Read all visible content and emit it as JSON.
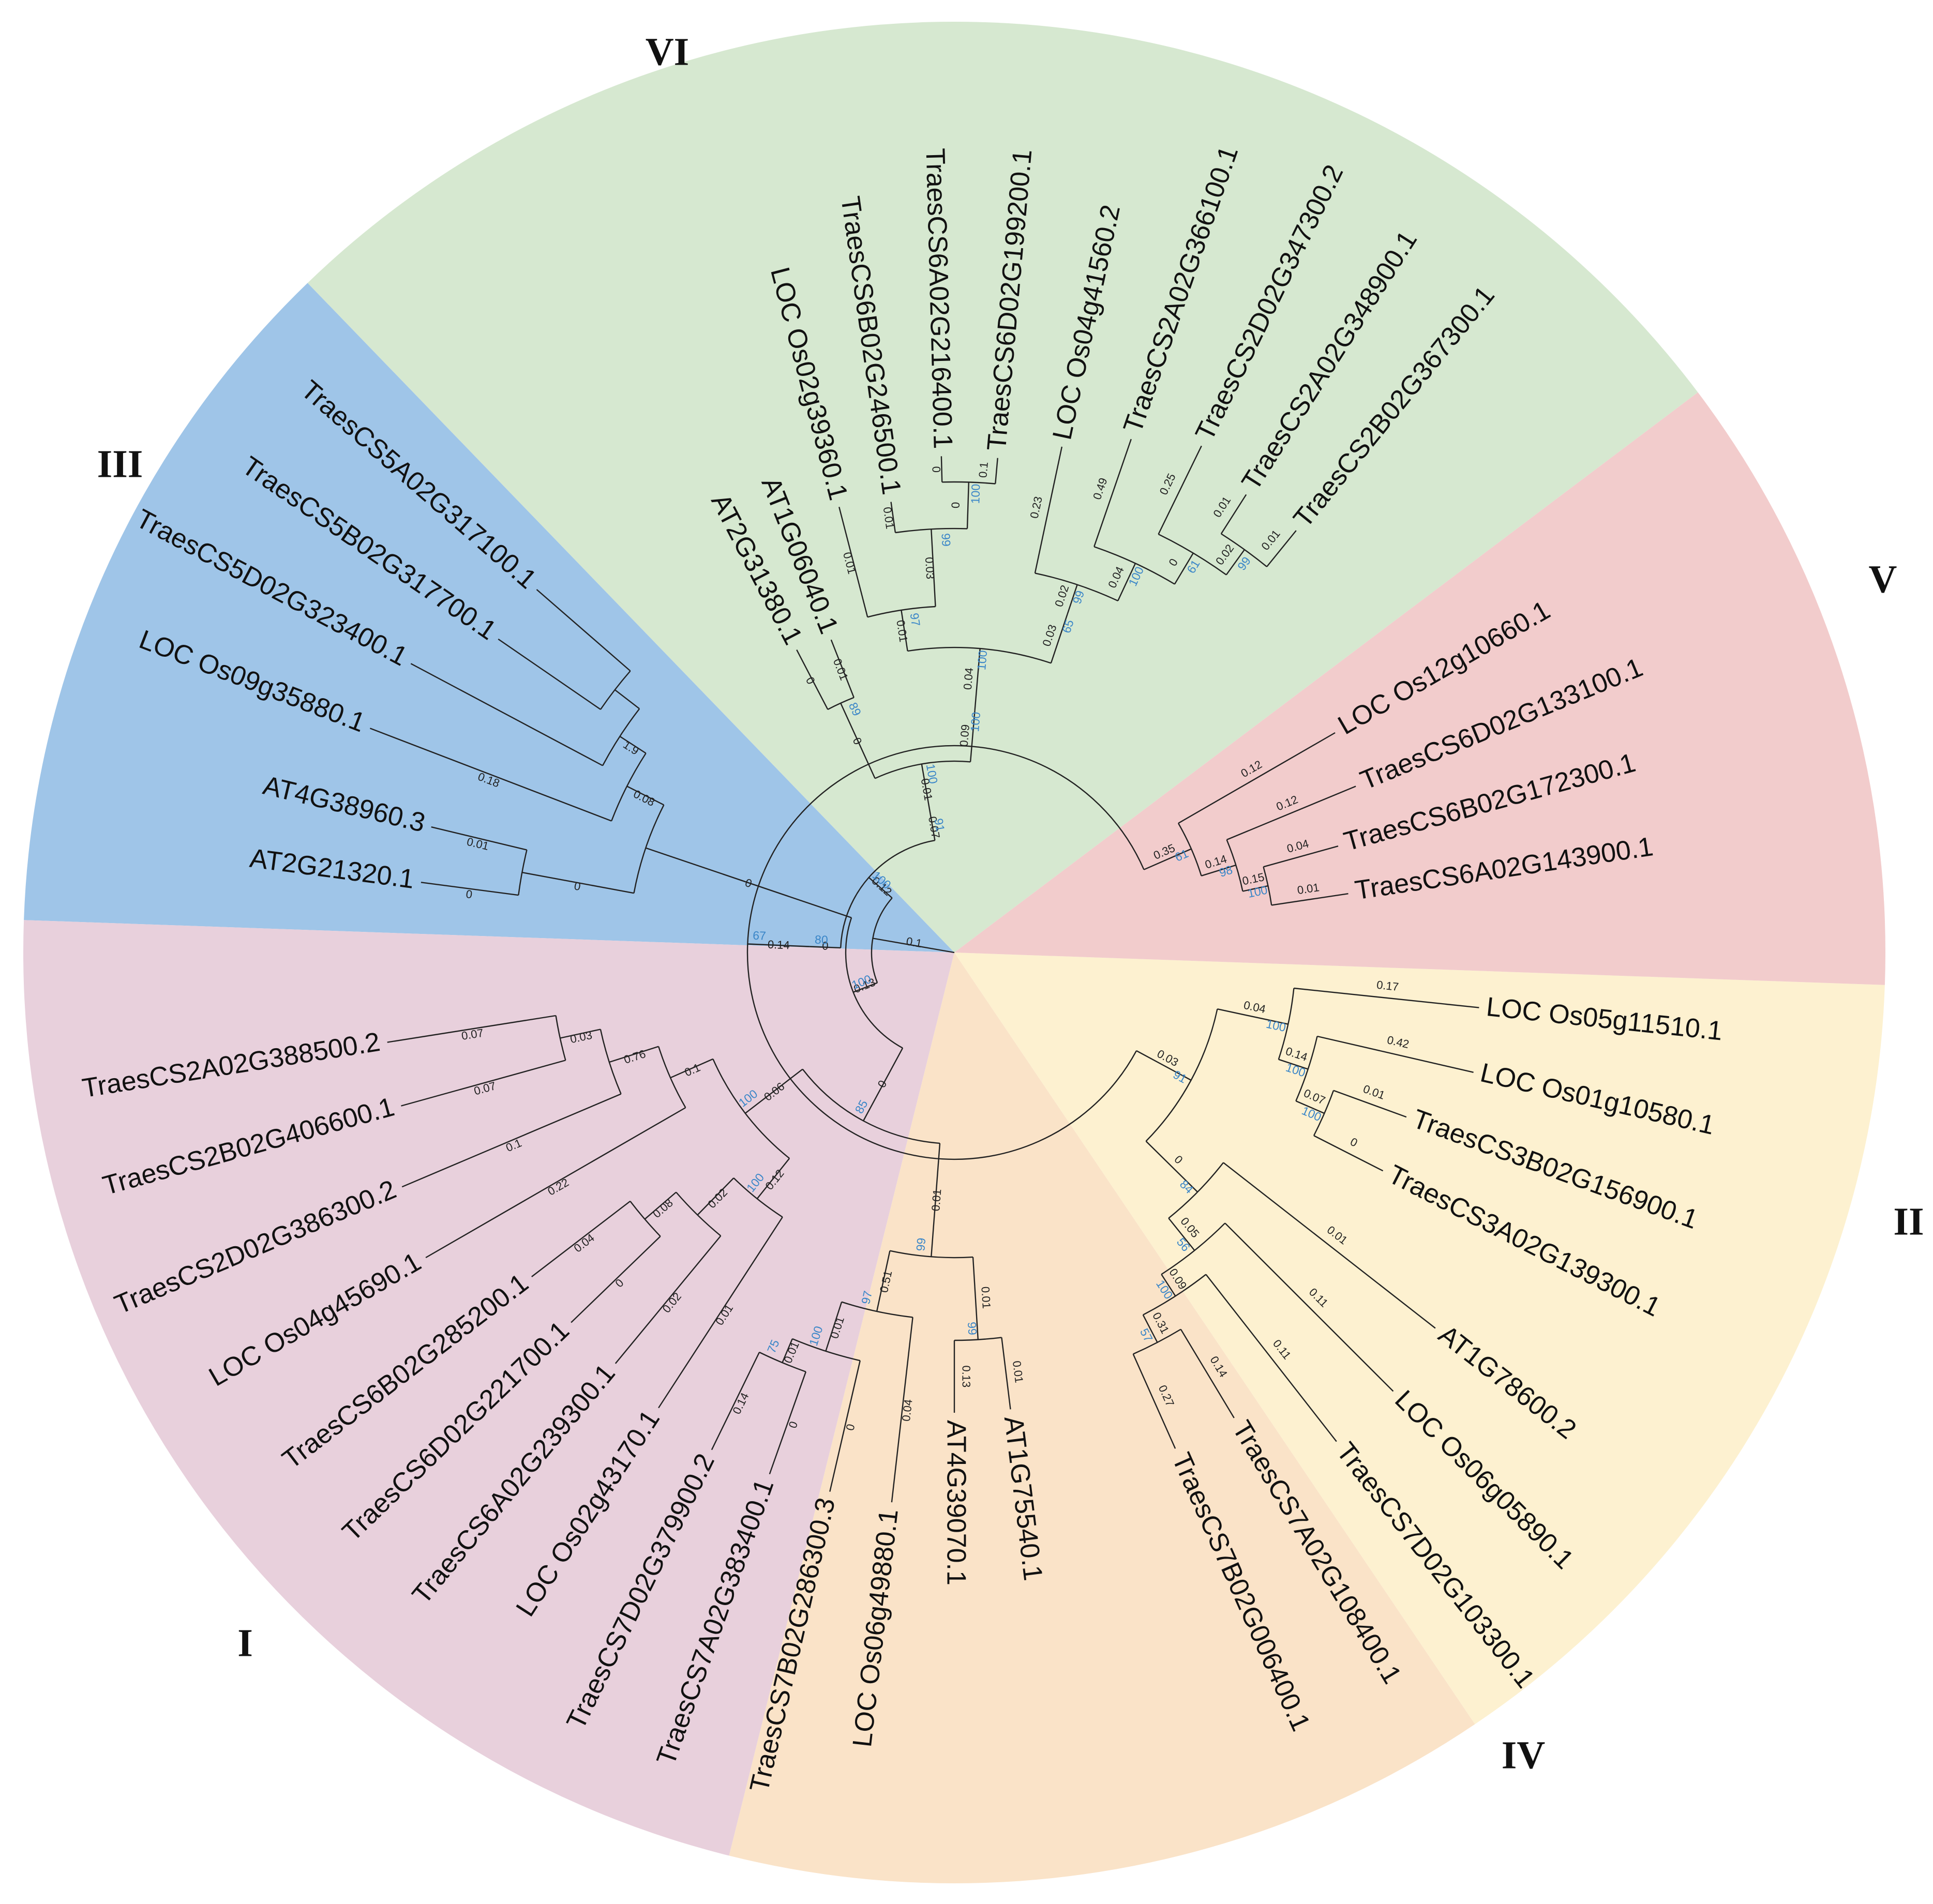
{
  "tree": {
    "clades": [
      {
        "id": "VI",
        "label": "VI",
        "color": "#d6e8d0"
      },
      {
        "id": "III",
        "label": "III",
        "color": "#9fc5e8"
      },
      {
        "id": "I",
        "label": "I",
        "color": "#e8d0dc"
      },
      {
        "id": "IV",
        "label": "IV",
        "color": "#fae3c8"
      },
      {
        "id": "II",
        "label": "II",
        "color": "#fdf1d0"
      },
      {
        "id": "V",
        "label": "V",
        "color": "#f2cccc"
      }
    ],
    "tips": [
      "AT2G31380.1",
      "AT1G06040.1",
      "LOC Os02g39360.1",
      "TraesCS6B02G246500.1",
      "TraesCS6A02G216400.1",
      "TraesCS6D02G199200.1",
      "LOC Os04g41560.2",
      "TraesCS2A02G366100.1",
      "TraesCS2D02G347300.2",
      "TraesCS2A02G348900.1",
      "TraesCS2B02G367300.1",
      "LOC Os12g10660.1",
      "TraesCS6D02G133100.1",
      "TraesCS6B02G172300.1",
      "TraesCS6A02G143900.1",
      "LOC Os05g11510.1",
      "LOC Os01g10580.1",
      "TraesCS3B02G156900.1",
      "TraesCS3A02G139300.1",
      "AT1G78600.2",
      "LOC Os06g05890.1",
      "TraesCS7D02G103300.1",
      "TraesCS7A02G108400.1",
      "TraesCS7B02G006400.1",
      "AT1G75540.1",
      "AT4G39070.1",
      "LOC Os06g49880.1",
      "TraesCS7B02G286300.3",
      "TraesCS7A02G383400.1",
      "TraesCS7D02G379900.2",
      "LOC Os02g43170.1",
      "TraesCS6A02G239300.1",
      "TraesCS6D02G221700.1",
      "TraesCS6B02G285200.1",
      "LOC Os04g45690.1",
      "TraesCS2D02G386300.2",
      "TraesCS2B02G406600.1",
      "TraesCS2A02G388500.2",
      "AT2G21320.1",
      "AT4G38960.3",
      "LOC Os09g35880.1",
      "TraesCS5D02G323400.1",
      "TraesCS5B02G317700.1",
      "TraesCS5A02G317100.1"
    ],
    "branch_lengths": [
      "0.1",
      "0.12",
      "0.07",
      "0.01",
      "0",
      "0",
      "0.01",
      "0.09",
      "0.04",
      "0.01",
      "0.01",
      "0.03",
      "0.01",
      "0",
      "0",
      "0.1",
      "0.03",
      "0.02",
      "0.23",
      "0.04",
      "0.49",
      "0",
      "0.25",
      "0.02",
      "0.01",
      "0.01",
      "0",
      "0.14",
      "0.35",
      "0.12",
      "0.14",
      "0.12",
      "0.15",
      "0.04",
      "0.01",
      "0.03",
      "0.04",
      "0.17",
      "0.14",
      "0.42",
      "0.07",
      "0.01",
      "0",
      "0",
      "0.01",
      "0.05",
      "0.11",
      "0.09",
      "0.11",
      "0.31",
      "0.14",
      "0.27",
      "0.13",
      "0",
      "0.01",
      "0.01",
      "0.01",
      "0.13",
      "0.51",
      "0.04",
      "0.01",
      "0",
      "0.01",
      "0",
      "0.14",
      "0.06",
      "0.12",
      "0.01",
      "0.02",
      "0.02",
      "0.08",
      "0",
      "0.04",
      "0.1",
      "0.22",
      "0.76",
      "0.1",
      "0.03",
      "0.07",
      "0.07",
      "0",
      "0",
      "0",
      "0.01",
      "0.08",
      "0.18",
      "1.9"
    ],
    "bootstrap": [
      "100",
      "91",
      "100",
      "89",
      "100",
      "100",
      "97",
      "99",
      "100",
      "65",
      "99",
      "100",
      "61",
      "99",
      "80",
      "67",
      "61",
      "98",
      "100",
      "91",
      "100",
      "100",
      "100",
      "84",
      "56",
      "100",
      "57",
      "100",
      "85",
      "99",
      "99",
      "97",
      "100",
      "75",
      "100",
      "100"
    ]
  }
}
